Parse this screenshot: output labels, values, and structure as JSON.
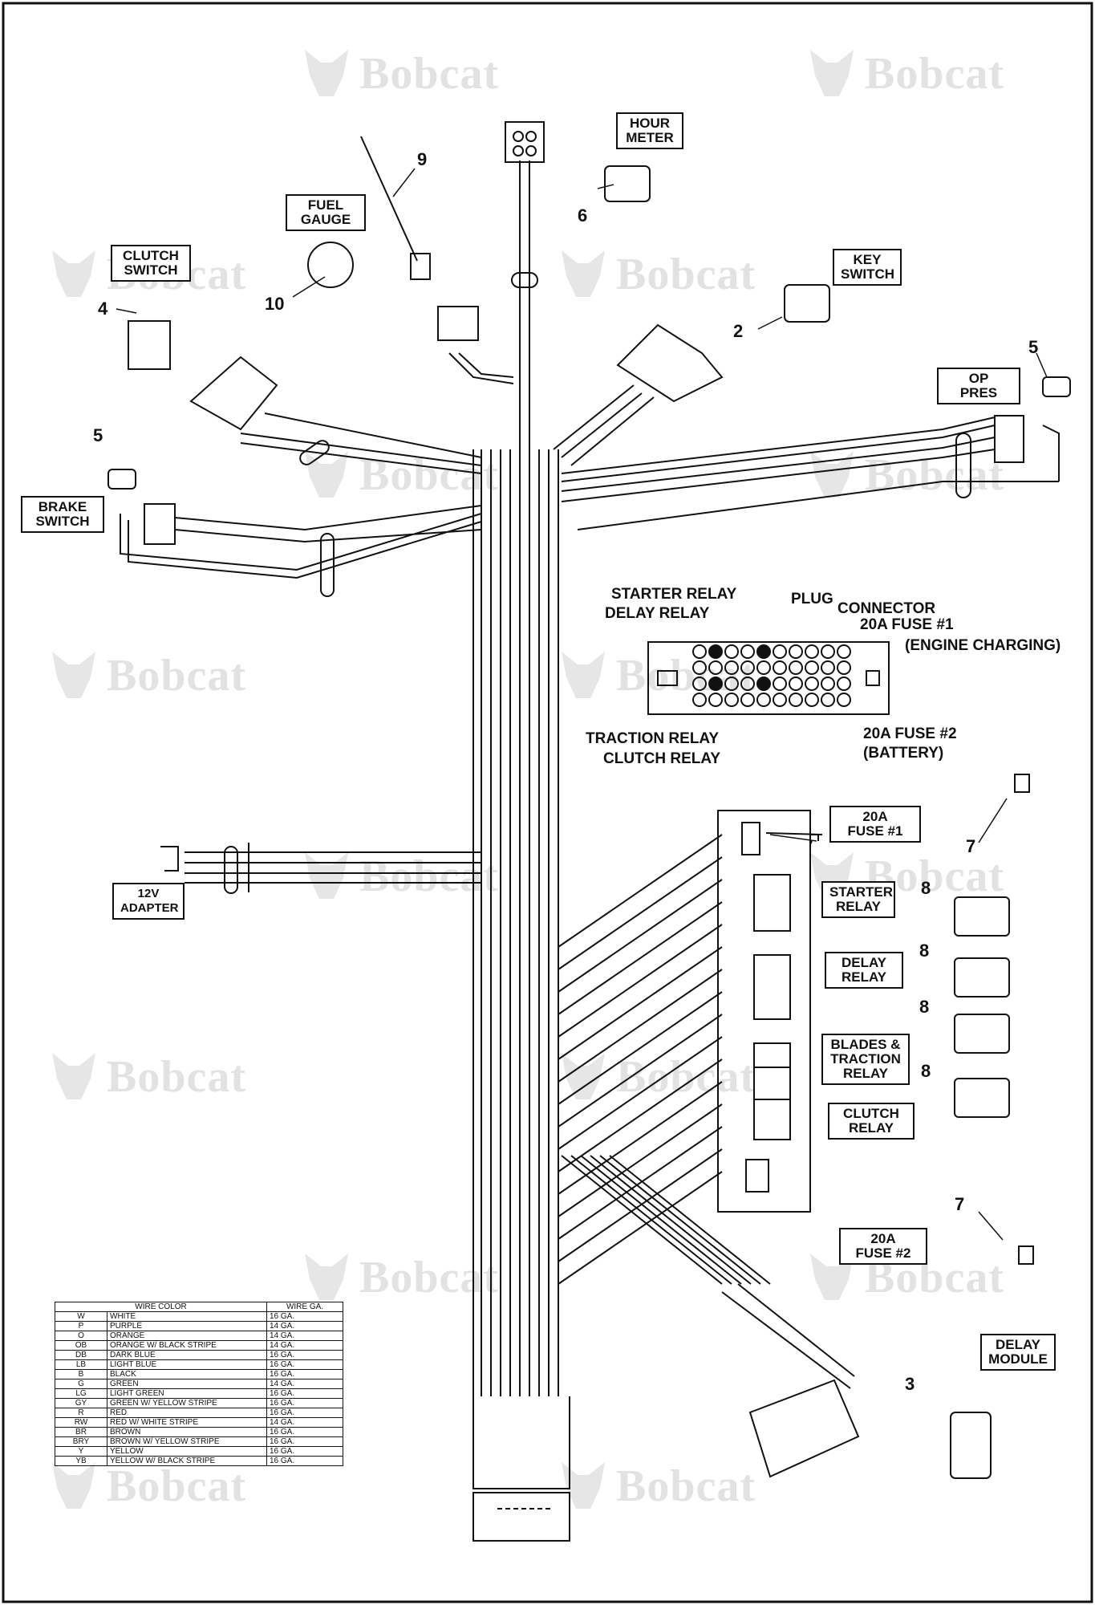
{
  "watermark": {
    "text": "Bobcat"
  },
  "labels": {
    "hour_meter": "HOUR\nMETER",
    "fuel_gauge": "FUEL\nGAUGE",
    "clutch_switch": "CLUTCH\nSWITCH",
    "key_switch": "KEY\nSWITCH",
    "op_pres": "OP\nPRES",
    "brake_switch": "BRAKE\nSWITCH",
    "adapter_12v": "12V\nADAPTER",
    "fuse1_box": "20A\nFUSE #1",
    "starter_relay_box": "STARTER\nRELAY",
    "delay_relay_box": "DELAY\nRELAY",
    "blades_traction_box": "BLADES &\nTRACTION\nRELAY",
    "clutch_relay_box": "CLUTCH\nRELAY",
    "fuse2_box": "20A\nFUSE #2",
    "delay_module": "DELAY\nMODULE"
  },
  "callouts": {
    "n9": "9",
    "n6": "6",
    "n10": "10",
    "n4": "4",
    "n2": "2",
    "n5_right": "5",
    "n5_left": "5",
    "n7_top": "7",
    "n7_bottom": "7",
    "n8_a": "8",
    "n8_b": "8",
    "n8_c": "8",
    "n8_d": "8",
    "n3": "3"
  },
  "relay_panel": {
    "starter_relay": "STARTER RELAY",
    "delay_relay": "DELAY RELAY",
    "plug": "PLUG",
    "connector": "CONNECTOR",
    "fuse1": "20A FUSE #1",
    "engine_charging": "(ENGINE CHARGING)",
    "traction_relay": "TRACTION RELAY",
    "clutch_relay": "CLUTCH RELAY",
    "fuse2": "20A FUSE #2",
    "battery": "(BATTERY)"
  },
  "wire_table": {
    "header_color": "WIRE COLOR",
    "header_gauge": "WIRE GA.",
    "rows": [
      {
        "code": "W",
        "color": "WHITE",
        "gauge": "16 GA."
      },
      {
        "code": "P",
        "color": "PURPLE",
        "gauge": "14 GA."
      },
      {
        "code": "O",
        "color": "ORANGE",
        "gauge": "14 GA."
      },
      {
        "code": "OB",
        "color": "ORANGE W/ BLACK STRIPE",
        "gauge": "14 GA."
      },
      {
        "code": "DB",
        "color": "DARK BLUE",
        "gauge": "16 GA."
      },
      {
        "code": "LB",
        "color": "LIGHT BLUE",
        "gauge": "16 GA."
      },
      {
        "code": "B",
        "color": "BLACK",
        "gauge": "16 GA."
      },
      {
        "code": "G",
        "color": "GREEN",
        "gauge": "14 GA."
      },
      {
        "code": "LG",
        "color": "LIGHT GREEN",
        "gauge": "16 GA."
      },
      {
        "code": "GY",
        "color": "GREEN W/ YELLOW STRIPE",
        "gauge": "16 GA."
      },
      {
        "code": "R",
        "color": "RED",
        "gauge": "16 GA."
      },
      {
        "code": "RW",
        "color": "RED W/ WHITE STRIPE",
        "gauge": "14 GA."
      },
      {
        "code": "BR",
        "color": "BROWN",
        "gauge": "16 GA."
      },
      {
        "code": "BRY",
        "color": "BROWN W/ YELLOW STRIPE",
        "gauge": "16 GA."
      },
      {
        "code": "Y",
        "color": "YELLOW",
        "gauge": "16 GA."
      },
      {
        "code": "YB",
        "color": "YELLOW W/ BLACK STRIPE",
        "gauge": "16 GA."
      }
    ]
  },
  "colors": {
    "line": "#111111",
    "watermark": "#e2e2e2"
  }
}
